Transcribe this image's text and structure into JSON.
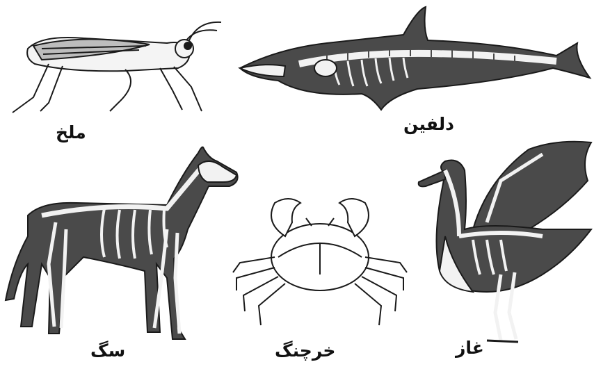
{
  "labels": {
    "grasshopper": "ملخ",
    "dolphin": "دلفین",
    "dog": "سگ",
    "crab": "خرچنگ",
    "goose": "غاز"
  },
  "colors": {
    "body_dark": "#4a4a4a",
    "bone": "#f2f2f2",
    "outline": "#1a1a1a",
    "background": "#ffffff"
  }
}
